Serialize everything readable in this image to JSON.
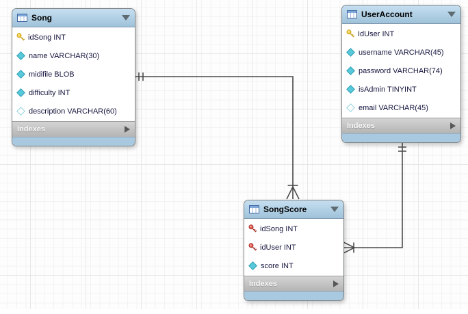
{
  "tables": {
    "song": {
      "title": "Song",
      "columns": [
        {
          "icon": "primary-key",
          "text": "idSong INT"
        },
        {
          "icon": "column",
          "text": "name VARCHAR(30)"
        },
        {
          "icon": "column",
          "text": "midifile BLOB"
        },
        {
          "icon": "column",
          "text": "difficulty INT"
        },
        {
          "icon": "column-nullable",
          "text": "description VARCHAR(60)"
        }
      ],
      "indexes_label": "Indexes"
    },
    "useraccount": {
      "title": "UserAccount",
      "columns": [
        {
          "icon": "primary-key",
          "text": "IdUser INT"
        },
        {
          "icon": "column",
          "text": "username VARCHAR(45)"
        },
        {
          "icon": "column",
          "text": "password VARCHAR(74)"
        },
        {
          "icon": "column",
          "text": "isAdmin TINYINT"
        },
        {
          "icon": "column-nullable",
          "text": "email VARCHAR(45)"
        }
      ],
      "indexes_label": "Indexes"
    },
    "songscore": {
      "title": "SongScore",
      "columns": [
        {
          "icon": "foreign-primary-key",
          "text": "idSong INT"
        },
        {
          "icon": "foreign-primary-key",
          "text": "idUser INT"
        },
        {
          "icon": "column",
          "text": "score INT"
        }
      ],
      "indexes_label": "Indexes"
    }
  },
  "relationships": [
    {
      "from": "Song",
      "to": "SongScore",
      "from_end": "exactly-one",
      "to_end": "many-mandatory"
    },
    {
      "from": "UserAccount",
      "to": "SongScore",
      "from_end": "exactly-one",
      "to_end": "many-mandatory"
    }
  ],
  "colors": {
    "header_blue": "#b3d2e6",
    "footer_blue": "#a9c9e0",
    "indexes_gray": "#bfbfbf",
    "pk_yellow": "#f2cd3c",
    "fk_red": "#e2574c",
    "column_cyan": "#58c9da",
    "line": "#4a4a4a"
  }
}
